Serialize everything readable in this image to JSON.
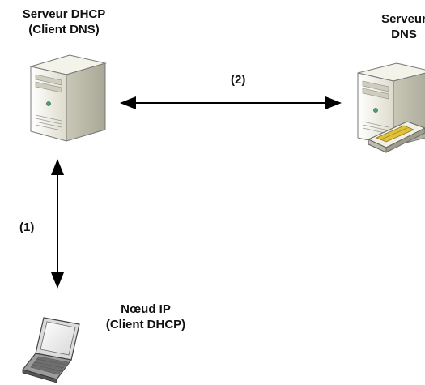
{
  "nodes": {
    "dhcp_server": {
      "line1": "Serveur DHCP",
      "line2": "(Client DNS)",
      "icon": "server-icon"
    },
    "dns_server": {
      "line1": "Serveur",
      "line2": "DNS",
      "icon": "server-with-disk-icon"
    },
    "ip_node": {
      "line1": "Nœud IP",
      "line2": "(Client DHCP)",
      "icon": "laptop-icon"
    }
  },
  "connections": [
    {
      "label": "(1)",
      "from": "ip_node",
      "to": "dhcp_server",
      "bidirectional": true
    },
    {
      "label": "(2)",
      "from": "dhcp_server",
      "to": "dns_server",
      "bidirectional": true
    }
  ],
  "colors": {
    "background": "#ffffff",
    "text": "#111111",
    "arrow": "#000000",
    "server_body": "#e8e6d6",
    "server_shadow": "#b9b7a6"
  }
}
